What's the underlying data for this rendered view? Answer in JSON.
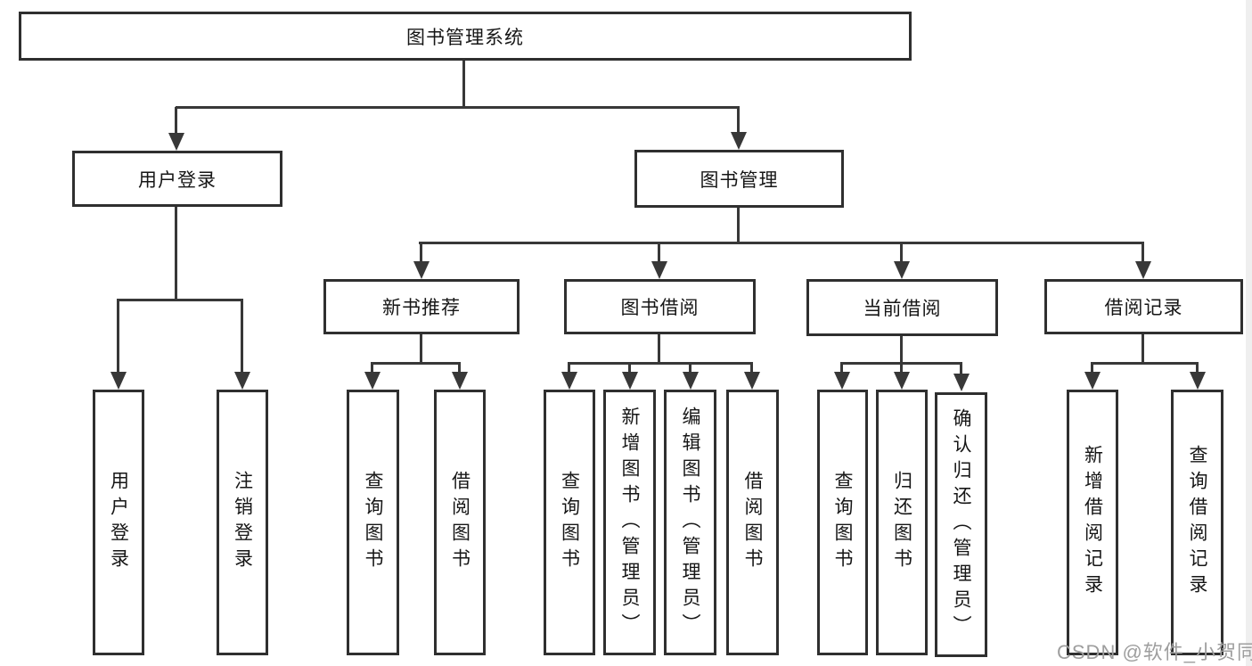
{
  "nodes": {
    "root": "图书管理系统",
    "user_login": "用户登录",
    "book_mgmt": "图书管理",
    "new_book_rec": "新书推荐",
    "book_borrow": "图书借阅",
    "current_borrow": "当前借阅",
    "borrow_record": "借阅记录",
    "leaf_user_login": "用户登录",
    "leaf_logout": "注销登录",
    "leaf_query_book_a": "查询图书",
    "leaf_borrow_book_a": "借阅图书",
    "leaf_query_book_b": "查询图书",
    "leaf_add_book_admin": "新增图书（管理员）",
    "leaf_edit_book_admin": "编辑图书（管理员）",
    "leaf_borrow_book_b": "借阅图书",
    "leaf_query_book_c": "查询图书",
    "leaf_return_book": "归还图书",
    "leaf_confirm_return_admin": "确认归还（管理员）",
    "leaf_add_borrow_record": "新增借阅记录",
    "leaf_query_borrow_record": "查询借阅记录"
  },
  "watermark": "CSDN @软件_小贺同学",
  "colors": {
    "line": "#383838",
    "border": "#2f2f2f",
    "text": "#161616",
    "watermark": "#9e9e9e",
    "background": "#ffffff"
  }
}
